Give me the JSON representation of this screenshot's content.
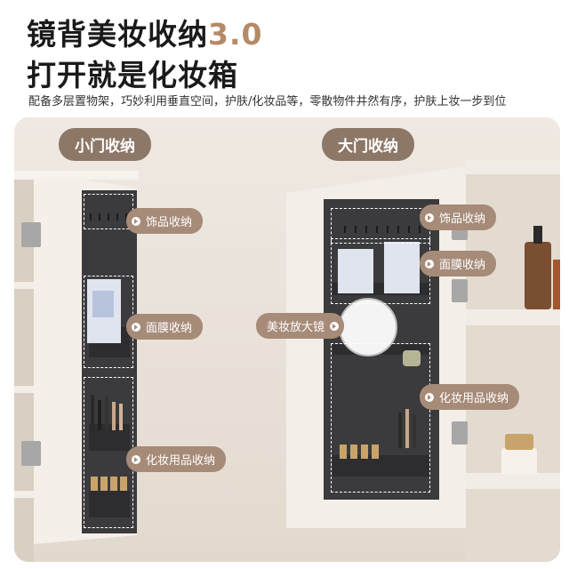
{
  "header": {
    "title_main": "镜背美妆收纳",
    "title_version": "3.0",
    "title_line2": "打开就是化妆箱",
    "subtitle": "配备多层置物架，巧妙利用垂直空间，护肤/化妆品等，零散物件井然有序，护肤上妆一步到位"
  },
  "left_section": {
    "label": "小门收纳",
    "tags": [
      "饰品收纳",
      "面膜收纳",
      "化妆用品收纳"
    ]
  },
  "right_section": {
    "label": "大门收纳",
    "tags": [
      "饰品收纳",
      "面膜收纳",
      "美妆放大镜",
      "化妆用品收纳"
    ]
  },
  "colors": {
    "accent": "#b58a66",
    "pill": "#8d7868",
    "tag": "#a68b78",
    "panel": "#3a3a3c"
  }
}
